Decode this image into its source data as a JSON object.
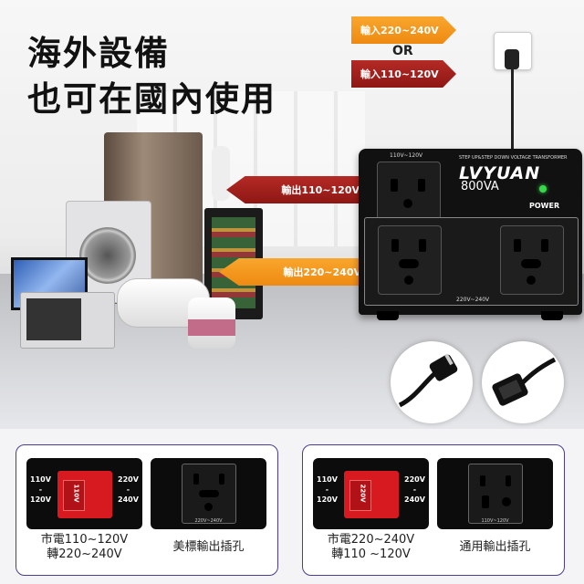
{
  "headline": {
    "line1": "海外設備",
    "line2": "也可在國內使用"
  },
  "input_arrows": {
    "top": "輸入220~240V",
    "or": "OR",
    "bottom": "輸入110~120V"
  },
  "output_arrows": {
    "upper": "輸出110~120V",
    "lower": "輸出220~240V"
  },
  "transformer": {
    "top_socket_label": "110V~120V",
    "tagline": "STEP UP&STEP DOWN VOLTAGE TRANSFORMER",
    "brand": "LVYUAN",
    "capacity": "800VA",
    "power_label": "POWER",
    "bottom_label": "220V~240V"
  },
  "cards": [
    {
      "switch": {
        "left": "110V\n-\n120V",
        "right": "220V\n-\n240V",
        "knob": "110V"
      },
      "caption_left": "市電110~120V\n轉220~240V",
      "socket_tiny": "220V~240V",
      "caption_right": "美標輸出插孔"
    },
    {
      "switch": {
        "left": "110V\n-\n120V",
        "right": "220V\n-\n240V",
        "knob": "220V"
      },
      "caption_left": "市電220~240V\n轉110 ~120V",
      "socket_tiny": "110V~120V",
      "caption_right": "通用輸出插孔"
    }
  ],
  "colors": {
    "orange": "#f39a1f",
    "red": "#9e1f1b",
    "card_border": "#4a3d91",
    "switch_red": "#d61a1f"
  }
}
